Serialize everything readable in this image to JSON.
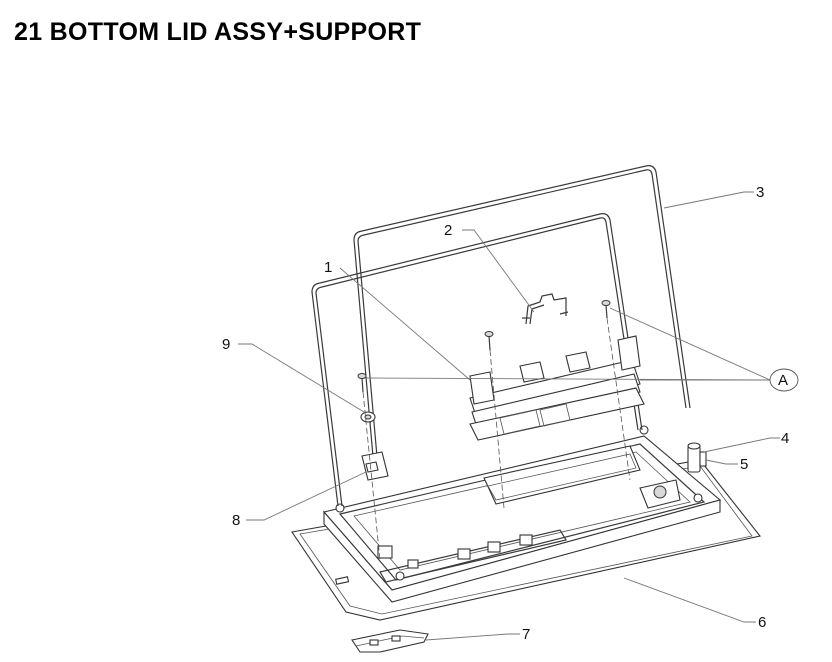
{
  "title": "21  BOTTOM LID ASSY+SUPPORT",
  "callouts": [
    {
      "id": "1",
      "label": "1"
    },
    {
      "id": "2",
      "label": "2"
    },
    {
      "id": "3",
      "label": "3"
    },
    {
      "id": "4",
      "label": "4"
    },
    {
      "id": "5",
      "label": "5"
    },
    {
      "id": "6",
      "label": "6"
    },
    {
      "id": "7",
      "label": "7"
    },
    {
      "id": "8",
      "label": "8"
    },
    {
      "id": "9",
      "label": "9"
    },
    {
      "id": "A",
      "label": "A"
    }
  ]
}
